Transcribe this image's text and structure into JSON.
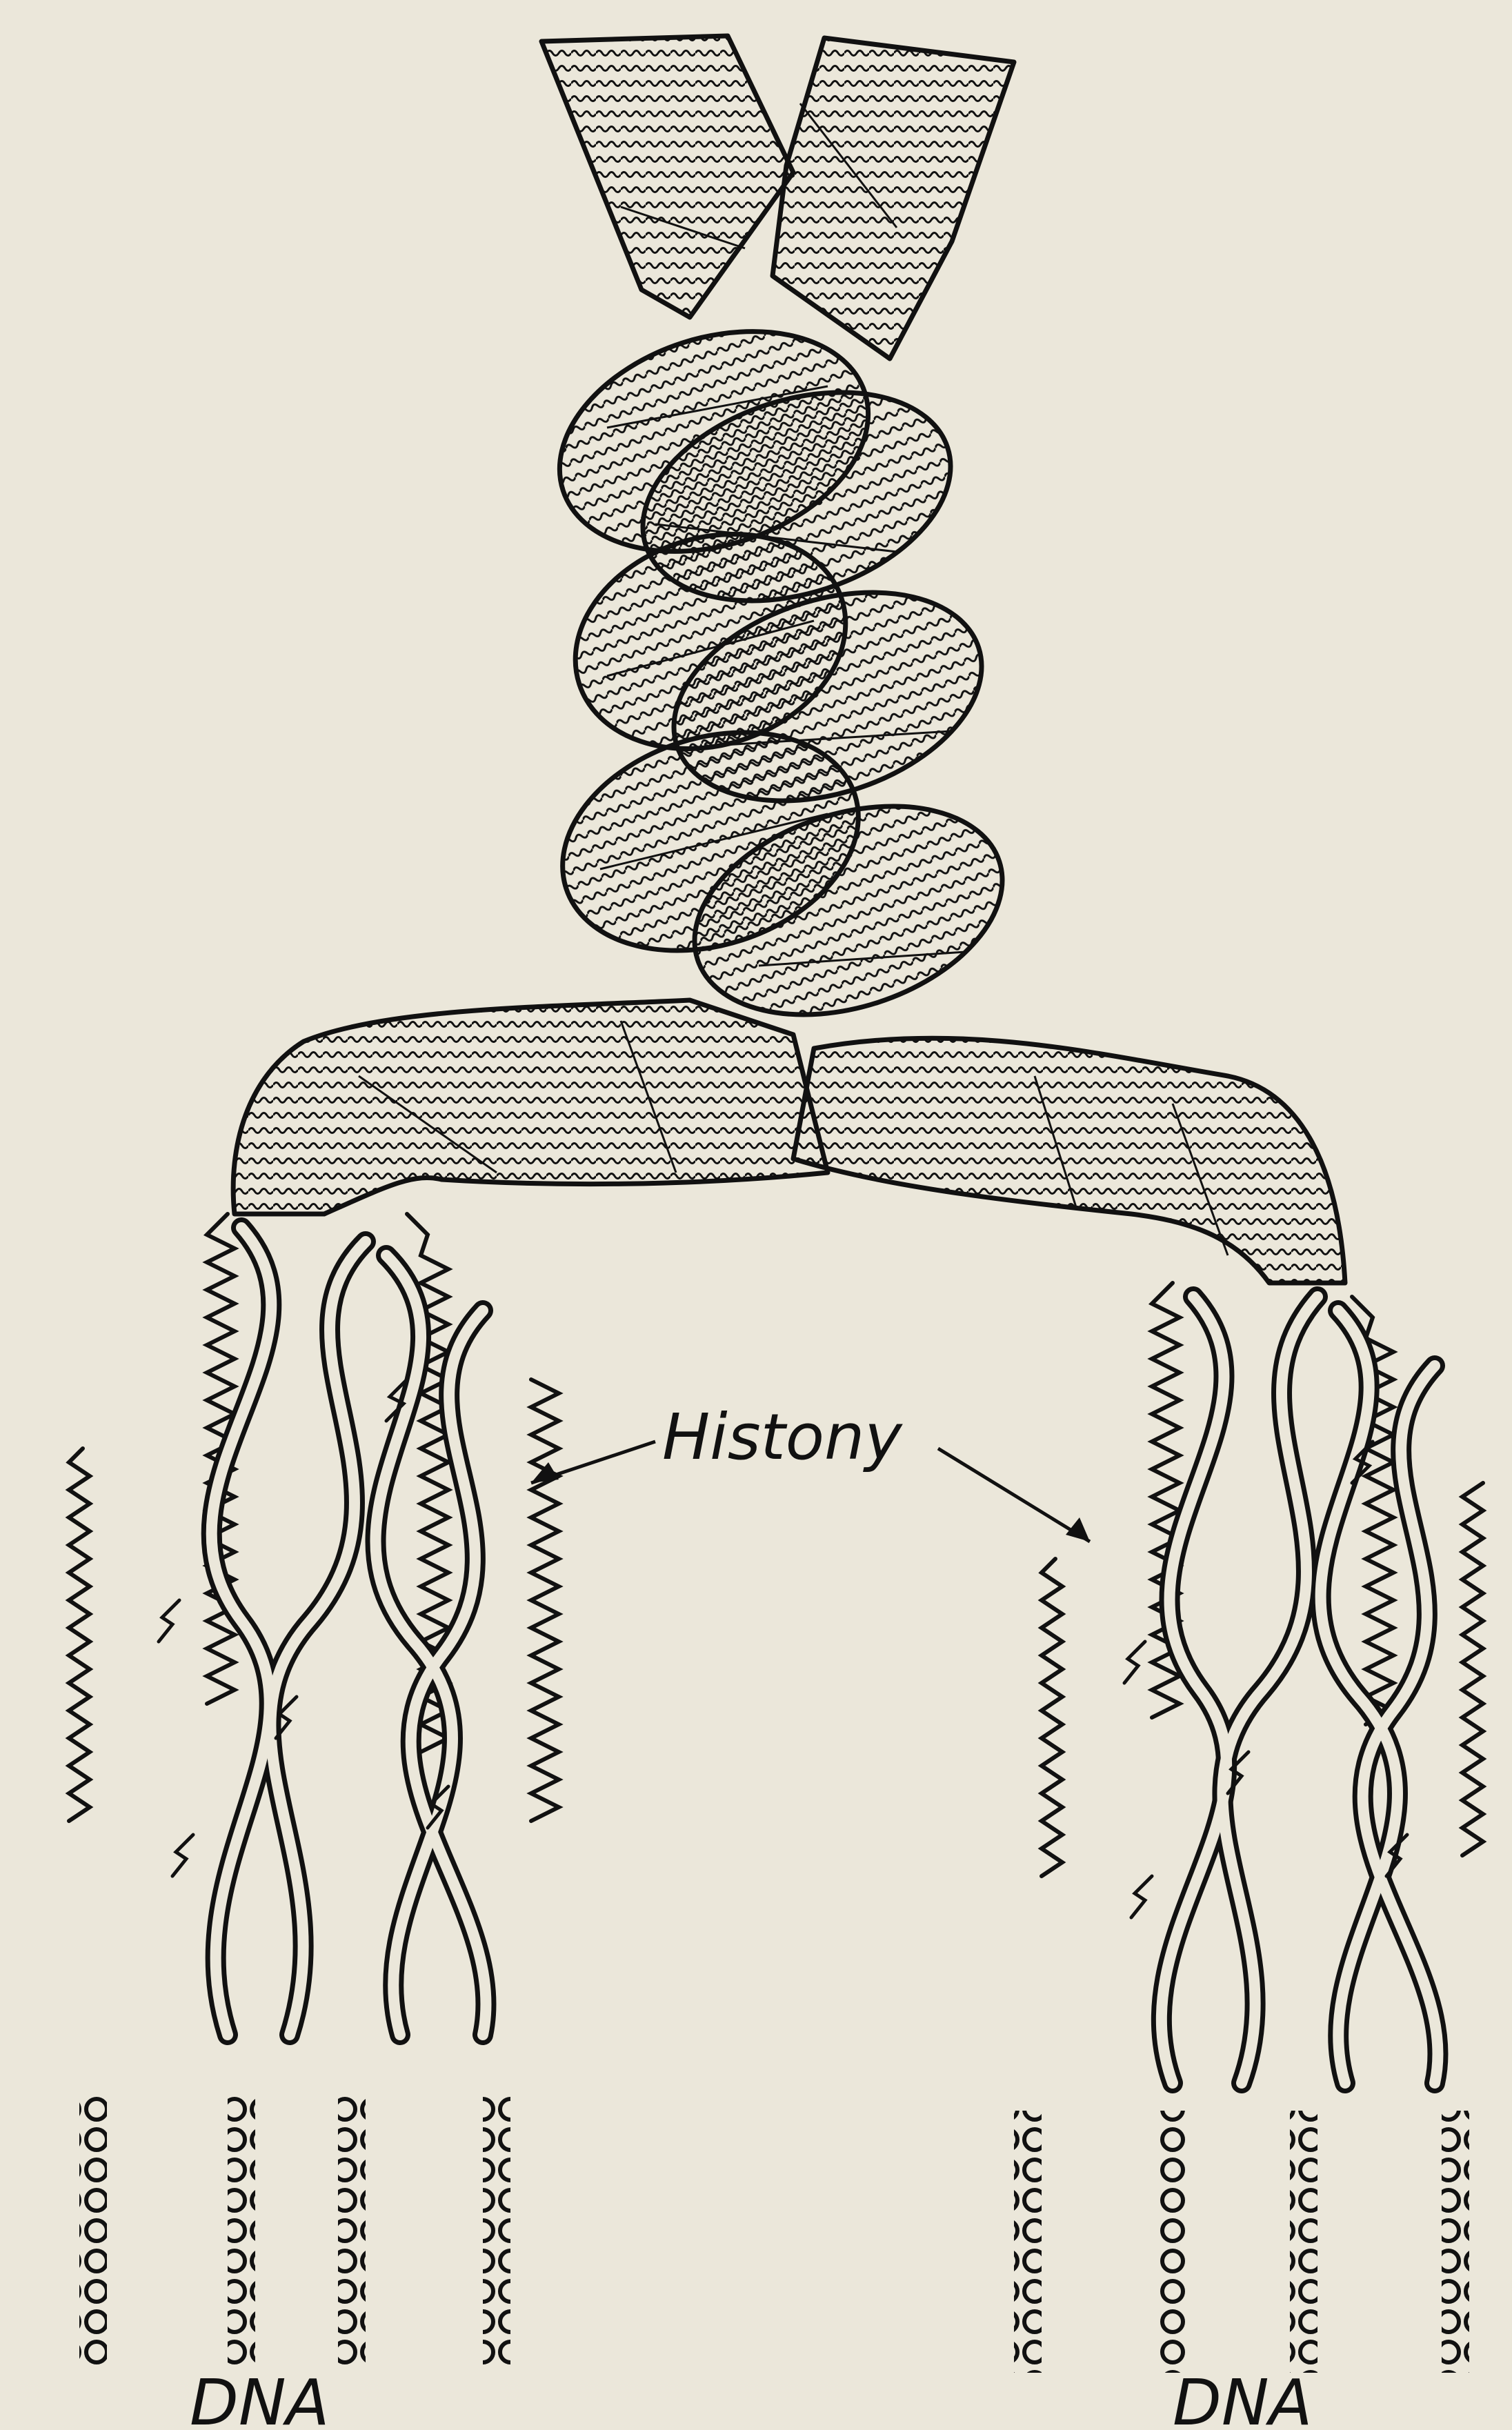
{
  "labels": {
    "histony": "Histony",
    "dna_left": "DNA",
    "dna_right": "DNA"
  },
  "colors": {
    "paper": "#ebe7da",
    "ink": "#111111"
  }
}
